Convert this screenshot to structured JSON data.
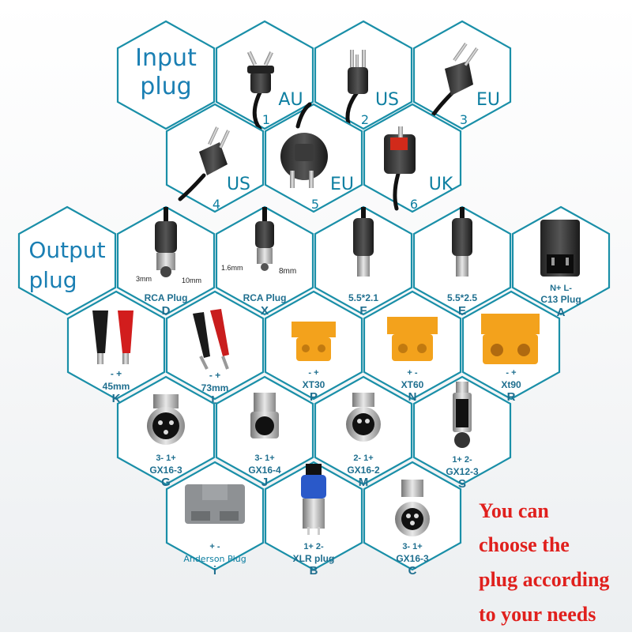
{
  "input_heading": [
    "Input",
    "plug"
  ],
  "output_heading": [
    "Output",
    "plug"
  ],
  "input_plugs": [
    {
      "name": "AU",
      "num": "1"
    },
    {
      "name": "US",
      "num": "2"
    },
    {
      "name": "EU",
      "num": "3"
    },
    {
      "name": "US",
      "num": "4"
    },
    {
      "name": "EU",
      "num": "5"
    },
    {
      "name": "UK",
      "num": "6"
    }
  ],
  "output_plugs": {
    "D": {
      "dim_left": "3mm",
      "dim_right": "10mm",
      "label": "RCA Plug",
      "letter": "D"
    },
    "X": {
      "dim_left": "1.6mm",
      "dim_right": "8mm",
      "label": "RCA Plug",
      "letter": "X"
    },
    "F": {
      "label": "5.5*2.1",
      "letter": "F"
    },
    "E": {
      "label": "5.5*2.5",
      "letter": "E"
    },
    "A": {
      "pins": "N+   L-",
      "label": "C13 Plug",
      "letter": "A"
    },
    "K": {
      "pins": "-  +",
      "label": "45mm",
      "letter": "K"
    },
    "L": {
      "pins": "-  +",
      "label": "73mm",
      "letter": "L"
    },
    "P": {
      "pins": "-   +",
      "label": "XT30",
      "letter": "P"
    },
    "N": {
      "pins": "+   -",
      "label": "XT60",
      "letter": "N"
    },
    "R": {
      "pins": "-  +",
      "label": "Xt90",
      "letter": "R"
    },
    "G": {
      "pins": "3-   1+",
      "label": "GX16-3",
      "letter": "G"
    },
    "J": {
      "pins": "3-   1+",
      "label": "GX16-4",
      "letter": "J"
    },
    "M": {
      "pins": "2-   1+",
      "label": "GX16-2",
      "letter": "M"
    },
    "S": {
      "pins": "1+   2-",
      "label": "GX12-3",
      "letter": "S"
    },
    "i": {
      "pins": "+     -",
      "label": "Anderson Plug",
      "letter": "i"
    },
    "B": {
      "pins": "1+   2-",
      "label": "XLR plug",
      "letter": "B"
    },
    "C": {
      "pins": "3-   1+",
      "label": "GX16-3",
      "letter": "C"
    }
  },
  "message_lines": [
    "You can",
    "choose the",
    "plug according",
    "to your needs"
  ],
  "colors": {
    "hex_border": "#1a8fa8",
    "heading": "#1a7fb3",
    "message": "#e0201d",
    "xt_yellow": "#f3a21c"
  }
}
